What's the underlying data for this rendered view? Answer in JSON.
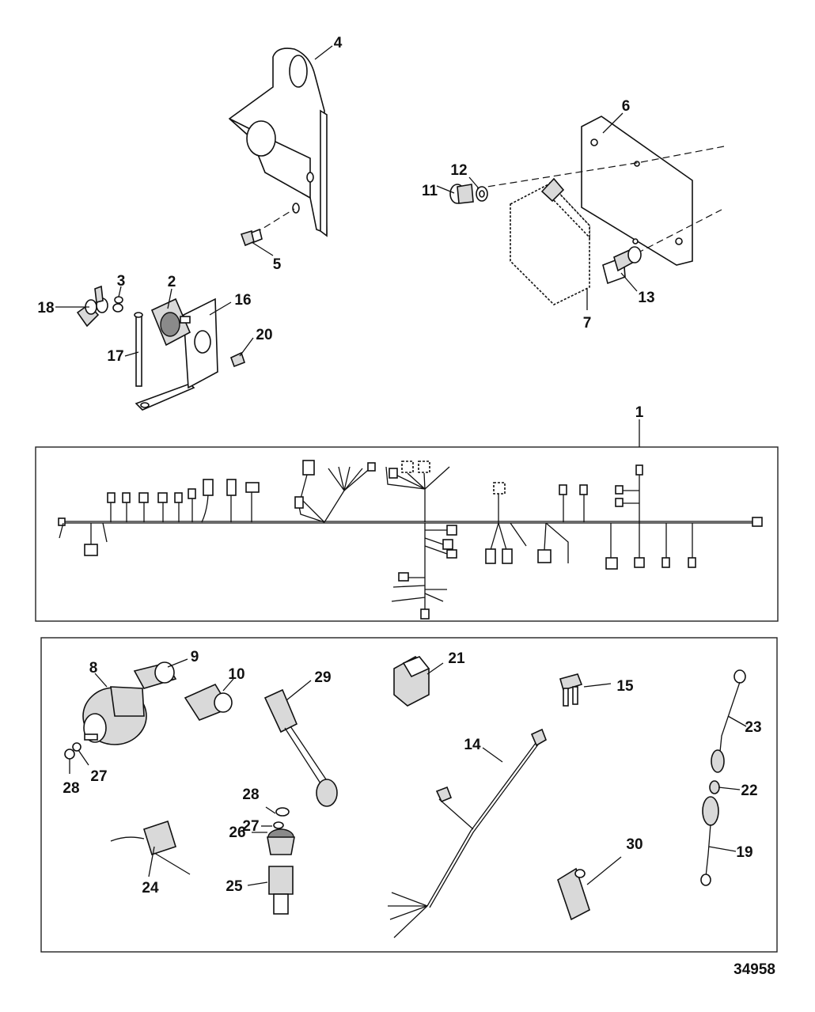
{
  "diagram": {
    "figure_id": "34958",
    "callouts": {
      "c1": "1",
      "c2": "2",
      "c3": "3",
      "c4": "4",
      "c5": "5",
      "c6": "6",
      "c7": "7",
      "c8": "8",
      "c9": "9",
      "c10": "10",
      "c11": "11",
      "c12": "12",
      "c13": "13",
      "c14": "14",
      "c15": "15",
      "c16": "16",
      "c17": "17",
      "c18": "18",
      "c19": "19",
      "c20": "20",
      "c21": "21",
      "c22": "22",
      "c23": "23",
      "c24": "24",
      "c25": "25",
      "c26": "26",
      "c27a": "27",
      "c27b": "27",
      "c28a": "28",
      "c28b": "28",
      "c29": "29",
      "c30": "30"
    }
  }
}
